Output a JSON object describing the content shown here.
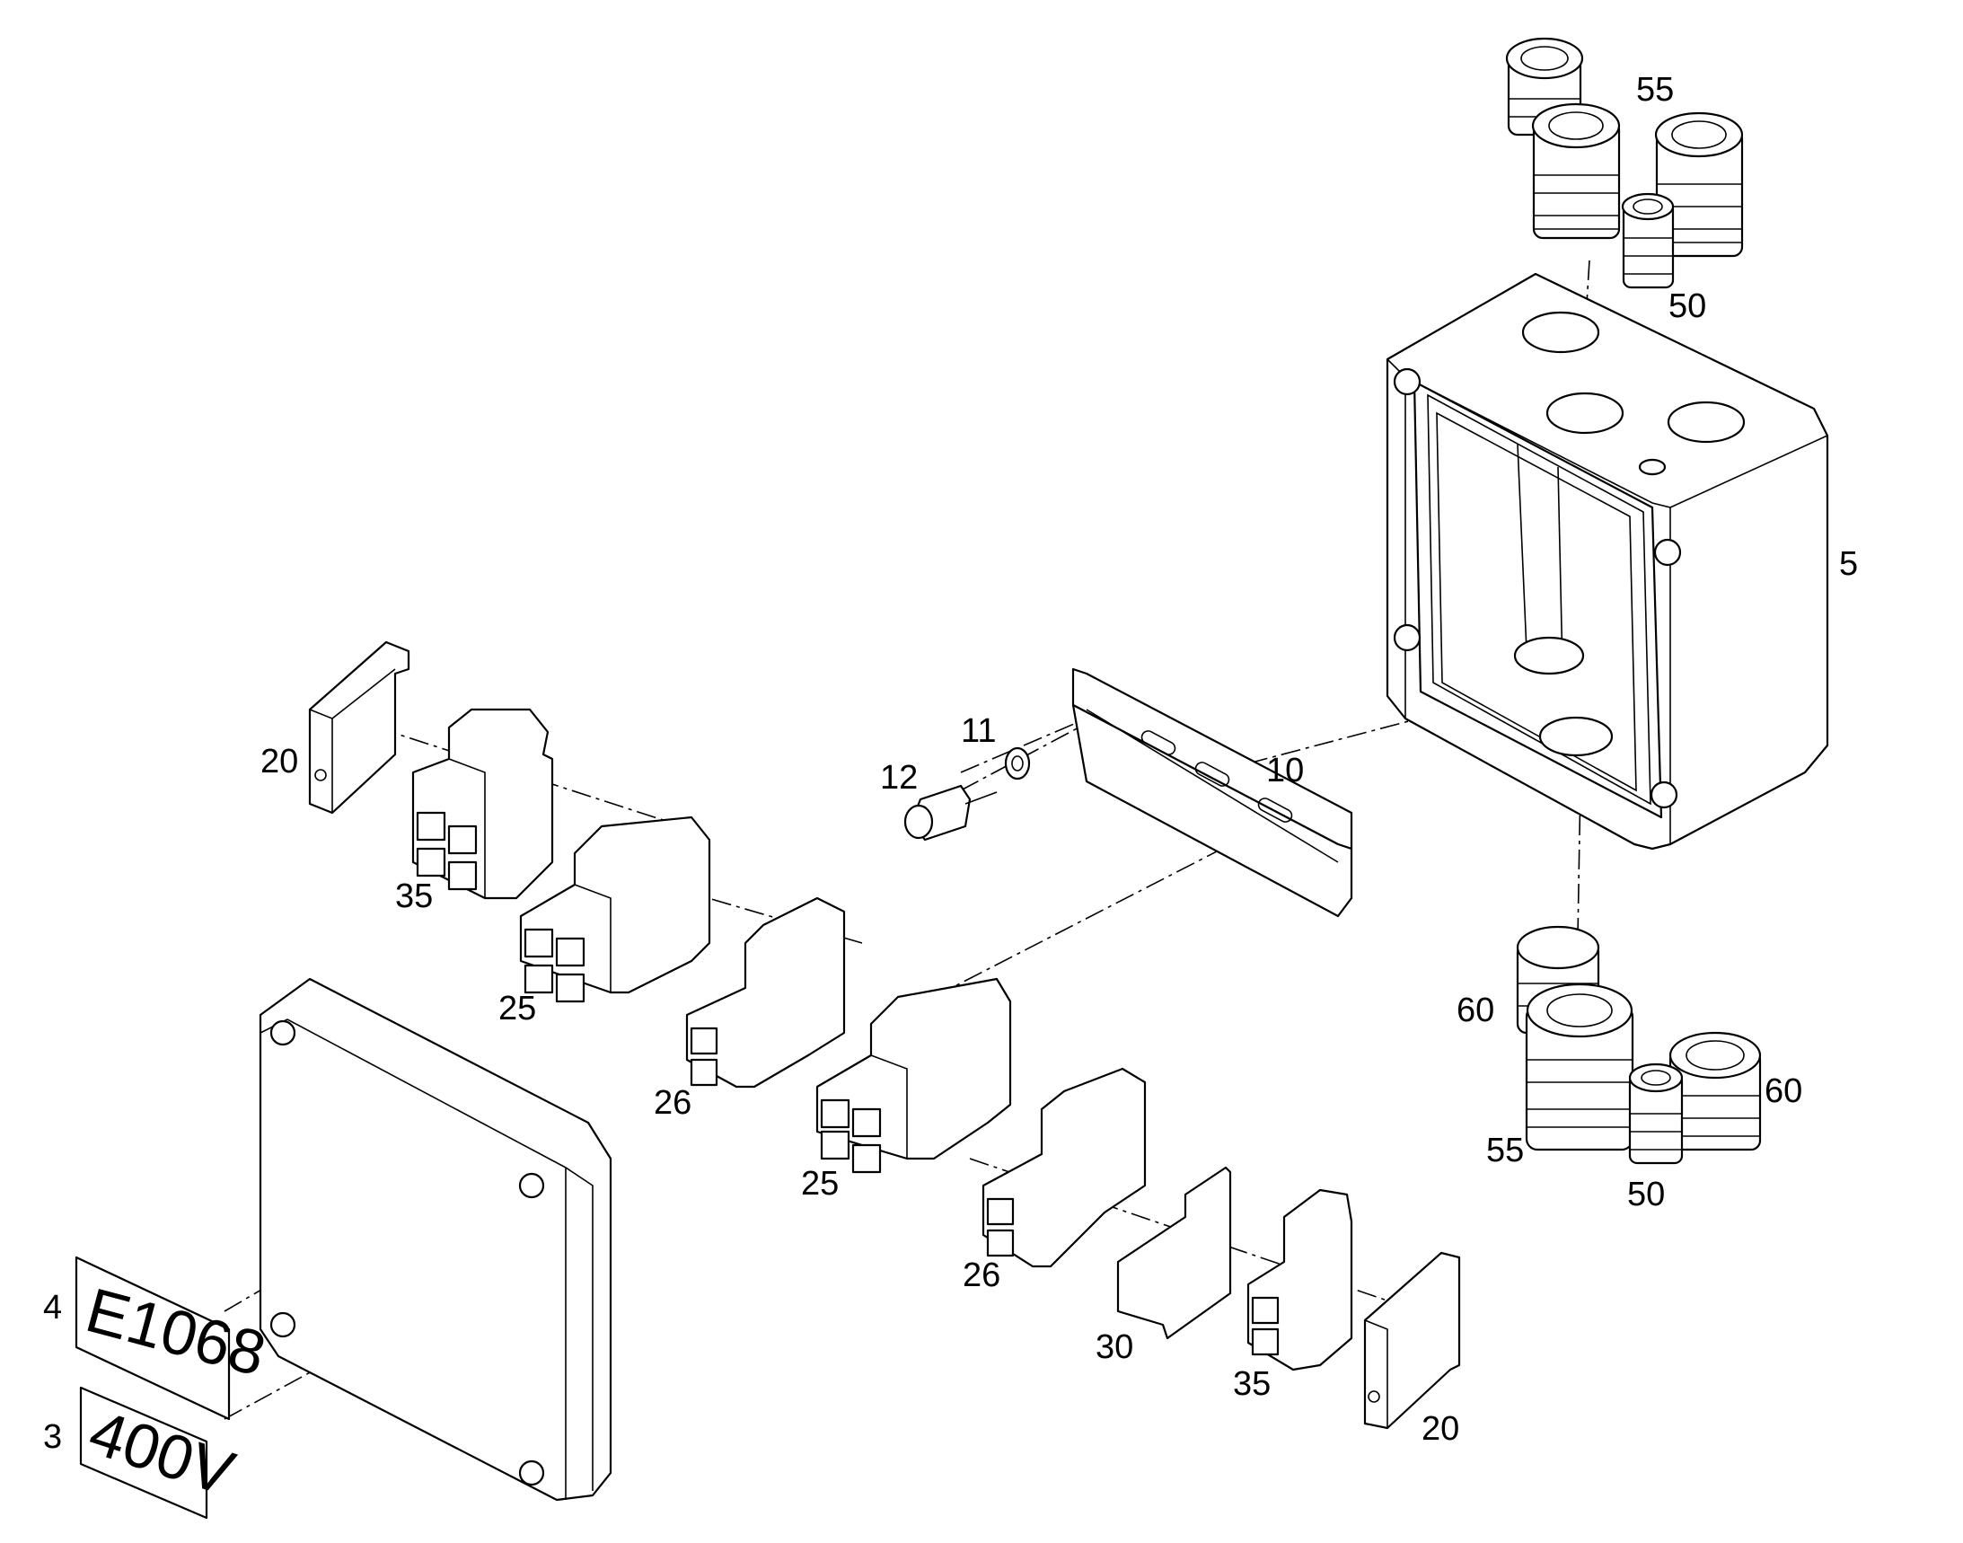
{
  "callouts": {
    "c55_top": "55",
    "c50_top": "50",
    "c5": "5",
    "c10": "10",
    "c11": "11",
    "c12": "12",
    "c20_left": "20",
    "c35_left": "35",
    "c25_upper": "25",
    "c26_upper": "26",
    "c25_lower": "25",
    "c26_lower": "26",
    "c60_left": "60",
    "c60_right": "60",
    "c55_bottom": "55",
    "c50_bottom": "50",
    "c30": "30",
    "c35_right": "35",
    "c20_right": "20",
    "c4": "4",
    "c3": "3"
  },
  "plates": {
    "part4_text": "E1068",
    "part3_text": "400V"
  }
}
